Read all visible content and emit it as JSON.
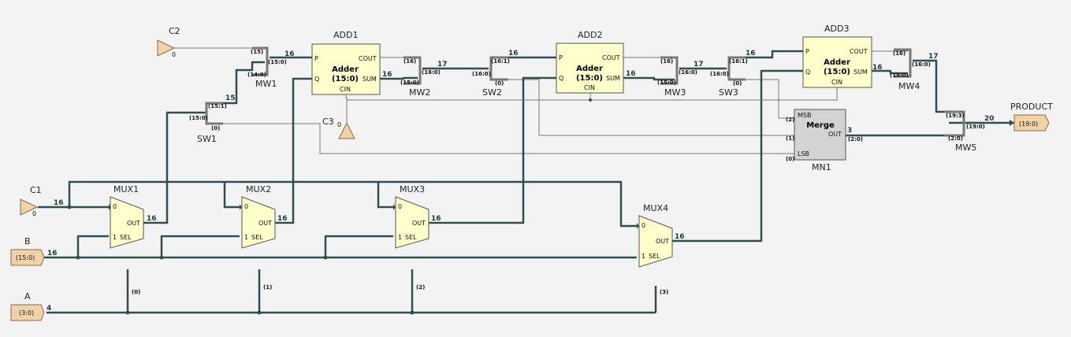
{
  "components": {
    "add1": {
      "name": "ADD1",
      "title": "Adder",
      "range": "(15:0)",
      "p": "P",
      "q": "Q",
      "cout": "COUT",
      "sum": "SUM",
      "cin": "CIN"
    },
    "add2": {
      "name": "ADD2",
      "title": "Adder",
      "range": "(15:0)",
      "p": "P",
      "q": "Q",
      "cout": "COUT",
      "sum": "SUM",
      "cin": "CIN"
    },
    "add3": {
      "name": "ADD3",
      "title": "Adder",
      "range": "(15:0)",
      "p": "P",
      "q": "Q",
      "cout": "COUT",
      "sum": "SUM",
      "cin": "CIN"
    },
    "mux1": {
      "name": "MUX1",
      "in0": "0",
      "in1": "1",
      "out": "OUT",
      "sel": "SEL",
      "sel_bit": "(0)"
    },
    "mux2": {
      "name": "MUX2",
      "in0": "0",
      "in1": "1",
      "out": "OUT",
      "sel": "SEL",
      "sel_bit": "(1)"
    },
    "mux3": {
      "name": "MUX3",
      "in0": "0",
      "in1": "1",
      "out": "OUT",
      "sel": "SEL",
      "sel_bit": "(2)"
    },
    "mux4": {
      "name": "MUX4",
      "in0": "0",
      "in1": "1",
      "out": "OUT",
      "sel": "SEL",
      "sel_bit": "(3)"
    },
    "merge": {
      "name": "MN1",
      "title": "Merge",
      "msb": "MSB",
      "lsb": "LSB",
      "out": "OUT",
      "in2": "(2)",
      "in1": "(1)",
      "in0": "(0)",
      "out_width": "3",
      "out_range": "(2:0)"
    },
    "mw1": {
      "name": "MW1",
      "top": "(15)",
      "bottom": "(14:0)",
      "out": "(15:0)"
    },
    "mw2": {
      "name": "MW2",
      "top": "(16)",
      "bottom": "(15:0)",
      "out": "(16:0)"
    },
    "mw3": {
      "name": "MW3",
      "top": "(16)",
      "bottom": "(15:0)",
      "out": "(16:0)"
    },
    "mw4": {
      "name": "MW4",
      "top": "(16)",
      "bottom": "(15:0)",
      "out": "(16:0)"
    },
    "mw5": {
      "name": "MW5",
      "top": "(19:3)",
      "bottom": "(2:0)",
      "out": "(19:0)"
    },
    "sw1": {
      "name": "SW1",
      "in": "(15:0)",
      "top": "(15:1)",
      "bottom": "(0)"
    },
    "sw2": {
      "name": "SW2",
      "in": "(16:0)",
      "top": "(16:1)",
      "bottom": "(0)"
    },
    "sw3": {
      "name": "SW3",
      "in": "(16:0)",
      "top": "(16:1)",
      "bottom": "(0)"
    }
  },
  "ports": {
    "c1": {
      "name": "C1",
      "value": "0"
    },
    "c2": {
      "name": "C2",
      "value": "0"
    },
    "c3": {
      "name": "C3",
      "value": "0"
    },
    "b": {
      "name": "B",
      "range": "(15:0)"
    },
    "a": {
      "name": "A",
      "range": "(3:0)"
    },
    "product": {
      "name": "PRODUCT",
      "range": "(19:0)"
    }
  },
  "bus_widths": {
    "c1": "16",
    "b": "16",
    "a": "4",
    "mux1_out": "16",
    "mux2_out": "16",
    "mux3_out": "16",
    "mux4_out": "16",
    "sw1_top": "15",
    "mw1_out": "16",
    "add1_sum": "16",
    "mw2_out": "17",
    "sw2_top": "16",
    "add2_sum": "16",
    "mw3_out": "17",
    "sw3_top": "16",
    "add3_sum": "16",
    "mw4_out": "17",
    "mw5_out": "20"
  }
}
